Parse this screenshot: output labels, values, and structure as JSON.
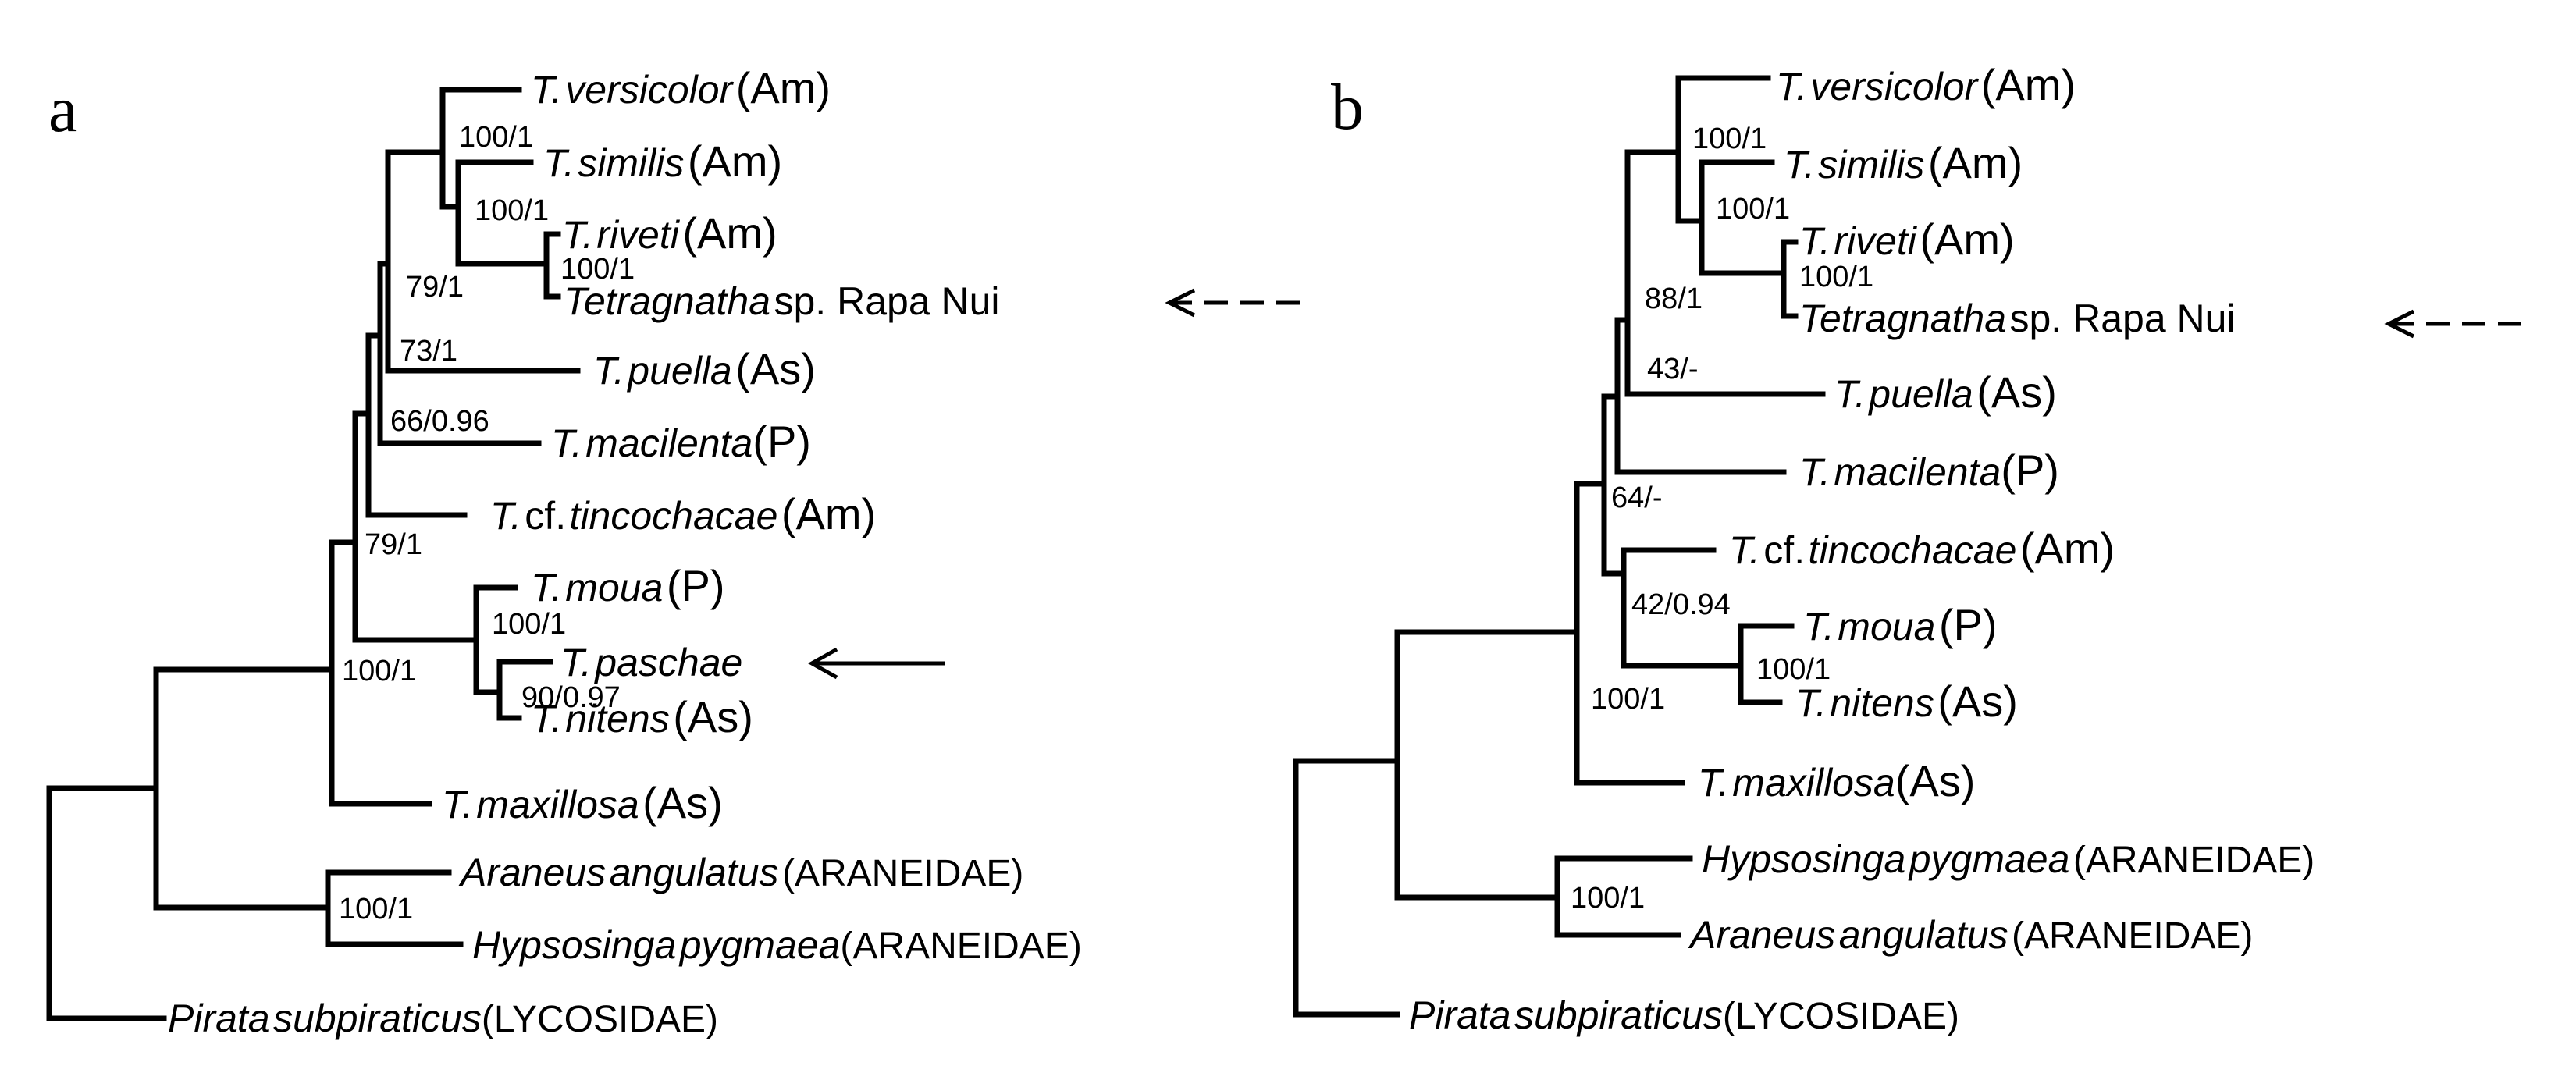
{
  "panels": [
    {
      "label": "a",
      "tips": [
        {
          "genus": "T.",
          "species": "versicolor",
          "region": "(Am)"
        },
        {
          "genus": "T.",
          "species": "similis",
          "region": "(Am)"
        },
        {
          "genus": "T.",
          "species": "riveti",
          "region": "(Am)"
        },
        {
          "genus": "Tetragnatha",
          "species": "sp. Rapa Nui",
          "region": ""
        },
        {
          "genus": "T.",
          "species": "puella",
          "region": "(As)"
        },
        {
          "genus": "T.",
          "species": "macilenta",
          "region": "(P)"
        },
        {
          "genus": "T.",
          "species": "cf. tincochacae",
          "region": "(Am)"
        },
        {
          "genus": "T.",
          "species": "moua",
          "region": "(P)"
        },
        {
          "genus": "T.",
          "species": "paschae",
          "region": ""
        },
        {
          "genus": "T.",
          "species": "nitens",
          "region": "(As)"
        },
        {
          "genus": "T.",
          "species": "maxillosa",
          "region": "(As)"
        },
        {
          "genus": "Araneus",
          "species": "angulatus",
          "region": "(ARANEIDAE)"
        },
        {
          "genus": "Hypsosinga",
          "species": "pygmaea",
          "region": "(ARANEIDAE)"
        },
        {
          "genus": "Pirata",
          "species": "subpiraticus",
          "region": "(LYCOSIDAE)"
        }
      ],
      "support": [
        "100/1",
        "100/1",
        "100/1",
        "79/1",
        "73/1",
        "66/0.96",
        "79/1",
        "100/1",
        "90/0.97",
        "100/1",
        "100/1"
      ]
    },
    {
      "label": "b",
      "tips": [
        {
          "genus": "T.",
          "species": "versicolor",
          "region": "(Am)"
        },
        {
          "genus": "T.",
          "species": "similis",
          "region": "(Am)"
        },
        {
          "genus": "T.",
          "species": "riveti",
          "region": "(Am)"
        },
        {
          "genus": "Tetragnatha",
          "species": "sp. Rapa Nui",
          "region": ""
        },
        {
          "genus": "T.",
          "species": "puella",
          "region": "(As)"
        },
        {
          "genus": "T.",
          "species": "macilenta",
          "region": "(P)"
        },
        {
          "genus": "T.",
          "species": "cf. tincochacae",
          "region": "(Am)"
        },
        {
          "genus": "T.",
          "species": "moua",
          "region": "(P)"
        },
        {
          "genus": "T.",
          "species": "nitens",
          "region": "(As)"
        },
        {
          "genus": "T.",
          "species": "maxillosa",
          "region": "(As)"
        },
        {
          "genus": "Hypsosinga",
          "species": "pygmaea",
          "region": "(ARANEIDAE)"
        },
        {
          "genus": "Araneus",
          "species": "angulatus",
          "region": "(ARANEIDAE)"
        },
        {
          "genus": "Pirata",
          "species": "subpiraticus",
          "region": "(LYCOSIDAE)"
        }
      ],
      "support": [
        "100/1",
        "100/1",
        "100/1",
        "88/1",
        "43/-",
        "64/-",
        "42/0.94",
        "100/1",
        "100/1",
        "100/1"
      ]
    }
  ]
}
